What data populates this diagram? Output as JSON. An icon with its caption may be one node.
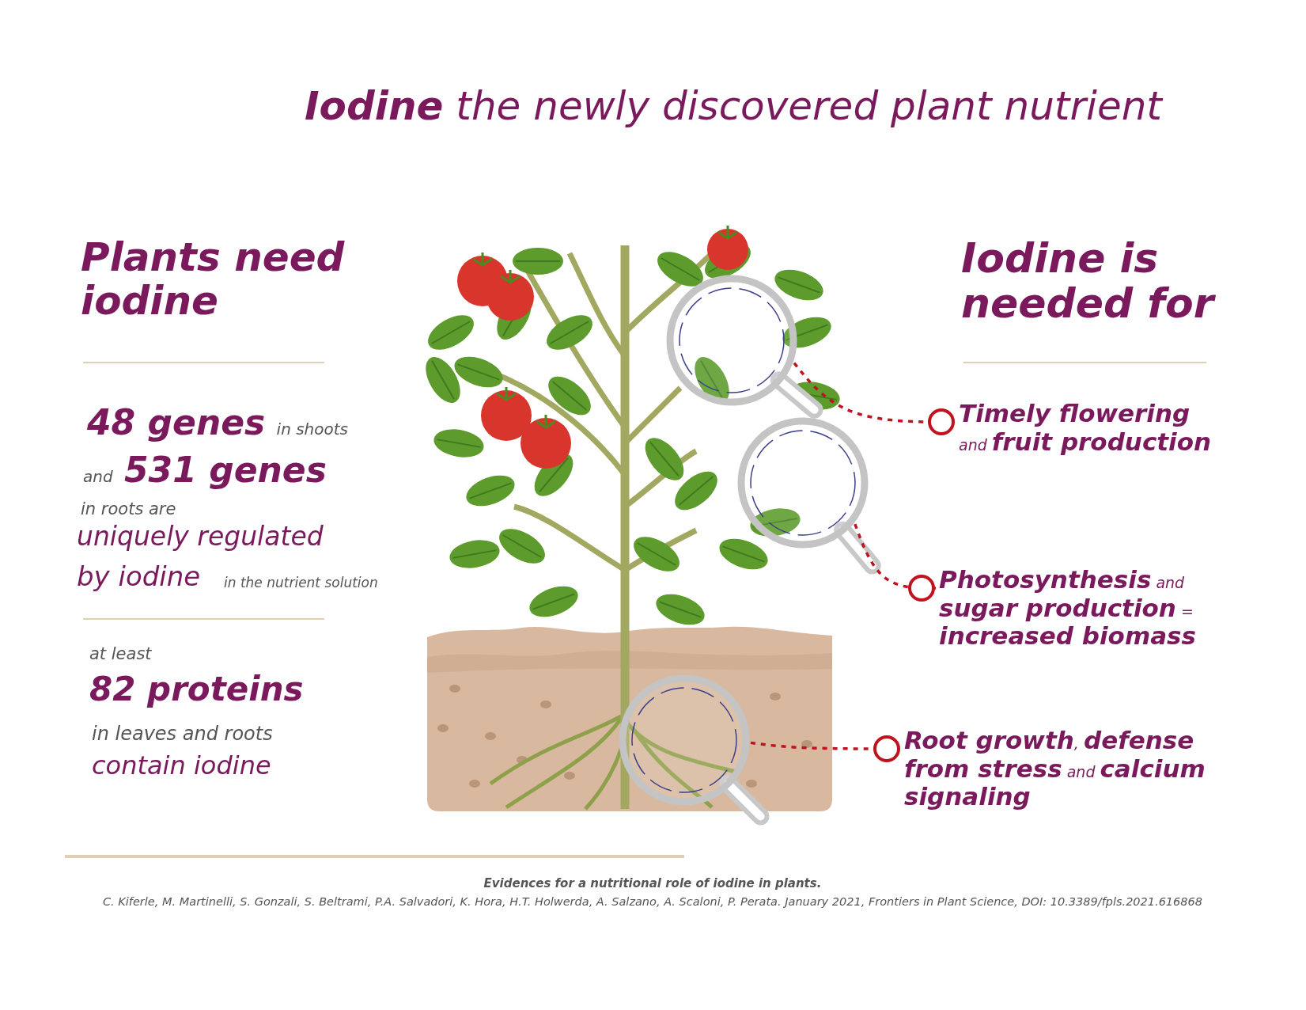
{
  "diagram": {
    "title": "**Iodine** the newly discovered plant nutrient",
    "caption": "Evidences for a nutritional role of iodine in plants.",
    "nodes": [
      {
        "text": [],
        "shape": "circle"
      },
      {
        "text": [],
        "shape": "circle"
      },
      {
        "text": [],
        "shape": "circle"
      },
      {
        "text": [
          "**Timely flowering** and **fruit production**"
        ]
      },
      {
        "text": [
          "**Photosynthesis** and **sugar production** = **increased biomass**"
        ]
      },
      {
        "text": [
          "**Root growth**, **defense from stress** and **calcium signaling**"
        ]
      }
    ],
    "edges": [
      {
        "from": 0,
        "to": 3,
        "arrow": "other",
        "style": "dashed"
      },
      {
        "from": 1,
        "to": 4,
        "arrow": "other",
        "style": "dashed"
      },
      {
        "from": 2,
        "to": 5,
        "arrow": "other",
        "style": "dashed"
      }
    ],
    "labels": [
      "Plants need iodine",
      "**48 genes** in shoots",
      "and **531 genes**",
      "in roots are",
      "uniquely regulated",
      "by iodine",
      "in the nutrient solution",
      "at least",
      "82 proteins",
      "in leaves and roots",
      "contain iodine",
      "Iodine is needed for",
      "C. Kiferle, M. Martinelli, S. Gonzali, S. Beltrami, P.A. Salvadori, K. Hora, H.T. Holwerda, A. Salzano, A. Scaloni, P. Perata. January 2021, Frontiers in Plant Science, DOI: 10.3389/fpls.2021.616868"
    ]
  }
}
